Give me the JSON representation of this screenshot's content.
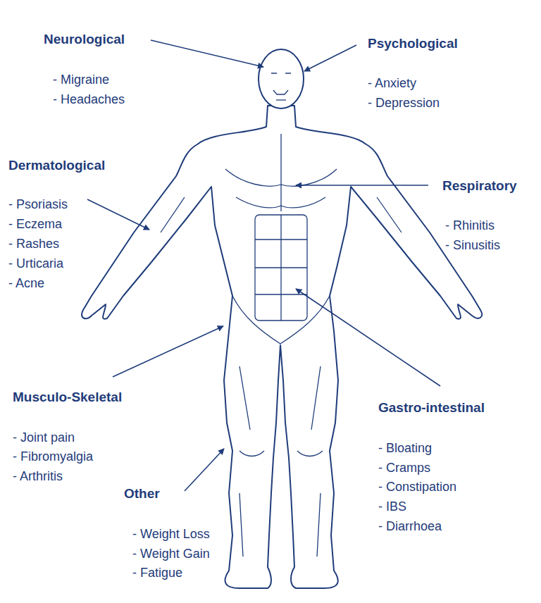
{
  "diagram": {
    "labels": [
      "Neurological",
      "- Migraine",
      "- Headaches",
      "Psychological",
      "- Anxiety",
      "- Depression",
      "Dermatological",
      "- Psoriasis",
      "- Eczema",
      "- Rashes",
      "- Urticaria",
      "- Acne",
      "Respiratory",
      "- Rhinitis",
      "- Sinusitis",
      "Musculo-Skeletal",
      "- Joint pain",
      "- Fibromyalgia",
      "- Arthritis",
      "Other",
      "- Weight Loss",
      "- Weight Gain",
      "- Fatigue",
      "Gastro-intestinal",
      "- Bloating",
      "- Cramps",
      "- Constipation",
      "- IBS",
      "- Diarrhoea"
    ]
  }
}
